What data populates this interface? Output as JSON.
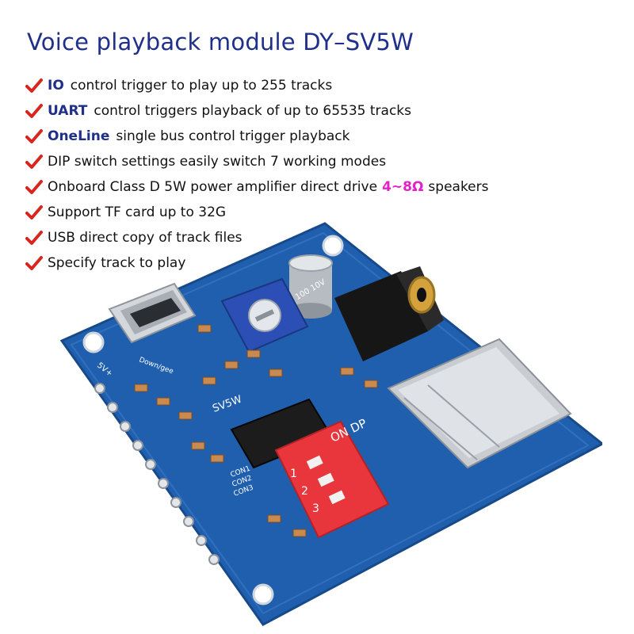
{
  "title": "Voice playback module DY–SV5W",
  "colors": {
    "title": "#1f2f8a",
    "check": "#d9261c",
    "highlight": "#e620c8",
    "pcb": "#1f5fae",
    "dip_switch": "#e8363c"
  },
  "features": [
    {
      "keyword": "IO",
      "text": "control trigger to play up to 255 tracks"
    },
    {
      "keyword": "UART",
      "text": "control triggers playback of up to 65535 tracks"
    },
    {
      "keyword": "OneLine",
      "text": "single bus control trigger playback"
    },
    {
      "text": "DIP switch settings easily switch 7 working modes"
    },
    {
      "text": "Onboard Class D 5W power amplifier direct drive",
      "highlight": "4~8Ω",
      "suffix": "speakers"
    },
    {
      "text": "Support TF card up to 32G"
    },
    {
      "text": "USB direct copy of track files"
    },
    {
      "text": "Specify track to play"
    }
  ],
  "board": {
    "model_label": "SV5W",
    "capacitor_label": "100 10V",
    "dip_on_label": "ON DP",
    "dip_numbers": [
      "1",
      "2",
      "3"
    ],
    "con_labels": [
      "CON1",
      "CON2",
      "CON3"
    ],
    "power_label": "5V+",
    "down_label": "Down/gee",
    "icon": "pcb-module-photo"
  }
}
